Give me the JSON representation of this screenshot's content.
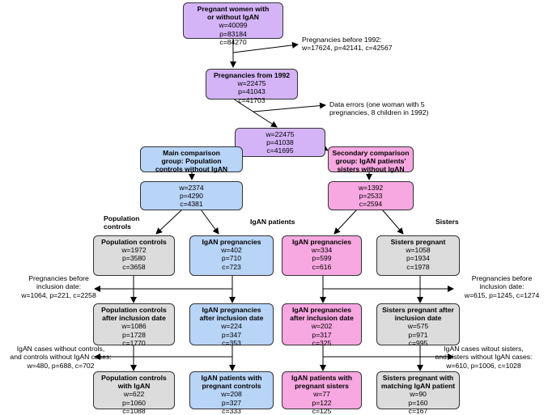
{
  "boxes": {
    "all": {
      "title": [
        "Pregnant women with",
        "or without IgAN"
      ],
      "values": [
        "w=40099",
        "p=83184",
        "c=84270"
      ]
    },
    "from1992": {
      "title": [
        "Pregnancies from 1992"
      ],
      "values": [
        "w=22475",
        "p=41043",
        "c=41703"
      ]
    },
    "clean": {
      "title": [],
      "values": [
        "w=22475",
        "p=41038",
        "c=41695"
      ]
    },
    "main": {
      "title": [
        "Main comparison",
        "group: Population",
        "controls without IgAN"
      ],
      "values": []
    },
    "main_counts": {
      "title": [],
      "values": [
        "w=2374",
        "p=4290",
        "c=4381"
      ]
    },
    "secondary": {
      "title": [
        "Secondary comparison",
        "group: IgAN patients'",
        "sisters without IgAN"
      ],
      "values": []
    },
    "secondary_counts": {
      "title": [],
      "values": [
        "w=1392",
        "p=2533",
        "c=2594"
      ]
    },
    "pop_controls": {
      "title": [
        "Population controls"
      ],
      "values": [
        "w=1972",
        "p=3580",
        "c=3658"
      ]
    },
    "igan_preg_a": {
      "title": [
        "IgAN pregnancies"
      ],
      "values": [
        "w=402",
        "p=710",
        "c=723"
      ]
    },
    "igan_preg_b": {
      "title": [
        "IgAN pregnancies"
      ],
      "values": [
        "w=334",
        "p=599",
        "c=616"
      ]
    },
    "sisters_preg": {
      "title": [
        "Sisters pregnant"
      ],
      "values": [
        "w=1058",
        "p=1934",
        "c=1978"
      ]
    },
    "pop_after": {
      "title": [
        "Population controls",
        "after inclusion date"
      ],
      "values": [
        "w=1086",
        "p=1728",
        "c=1770"
      ]
    },
    "igan_after_a": {
      "title": [
        "IgAN pregnancies",
        "after inclusion date"
      ],
      "values": [
        "w=224",
        "p=347",
        "c=353"
      ]
    },
    "igan_after_b": {
      "title": [
        "IgAN pregnancies",
        "after inclusion date"
      ],
      "values": [
        "w=202",
        "p=317",
        "c=325"
      ]
    },
    "sisters_after": {
      "title": [
        "Sisters pregnant after",
        "inclusion date"
      ],
      "values": [
        "w=575",
        "p=971",
        "c=995"
      ]
    },
    "pop_final": {
      "title": [
        "Population controls",
        "with IgAN"
      ],
      "values": [
        "w=622",
        "p=1060",
        "c=1088"
      ]
    },
    "igan_final_a": {
      "title": [
        "IgAN patients with",
        "pregnant controls"
      ],
      "values": [
        "w=208",
        "p=327",
        "c=333"
      ]
    },
    "igan_final_b": {
      "title": [
        "IgAN patients with",
        "pregnant sisters"
      ],
      "values": [
        "w=77",
        "p=122",
        "c=125"
      ]
    },
    "sisters_final": {
      "title": [
        "Sisters pregnant with",
        "matching IgAN patient"
      ],
      "values": [
        "w=90",
        "p=160",
        "c=167"
      ]
    }
  },
  "notes": {
    "before1992": [
      "Pregnancies before 1992:",
      "w=17624, p=42141, c=42567"
    ],
    "errors": [
      "Data errors (one woman with 5",
      "pregnancies, 8 children in 1992)"
    ],
    "before_incl_left": [
      "Pregnancies before",
      "inclusion date:",
      "w=1064, p=221, c=2258"
    ],
    "before_incl_right": [
      "Pregnancies before",
      "inclusion date:",
      "w=615, p=1245, c=1274"
    ],
    "cases_left": [
      "IgAN cases without controls,",
      "and controls without IgAN cases:",
      "w=480, p=688, c=702"
    ],
    "cases_right": [
      "IgAN cases witout sisters,",
      "and sisters without IgAN cases:",
      "w=610, p=1006, c=1028"
    ]
  },
  "labels": {
    "population_controls": [
      "Population",
      "controls"
    ],
    "igan_patients": [
      "IgAN patients"
    ],
    "sisters": [
      "Sisters"
    ]
  },
  "colors": {
    "purple": "#d4b4f7",
    "blue": "#b8d4f7",
    "pink": "#f7a8e0",
    "gray": "#dcdcdc"
  }
}
